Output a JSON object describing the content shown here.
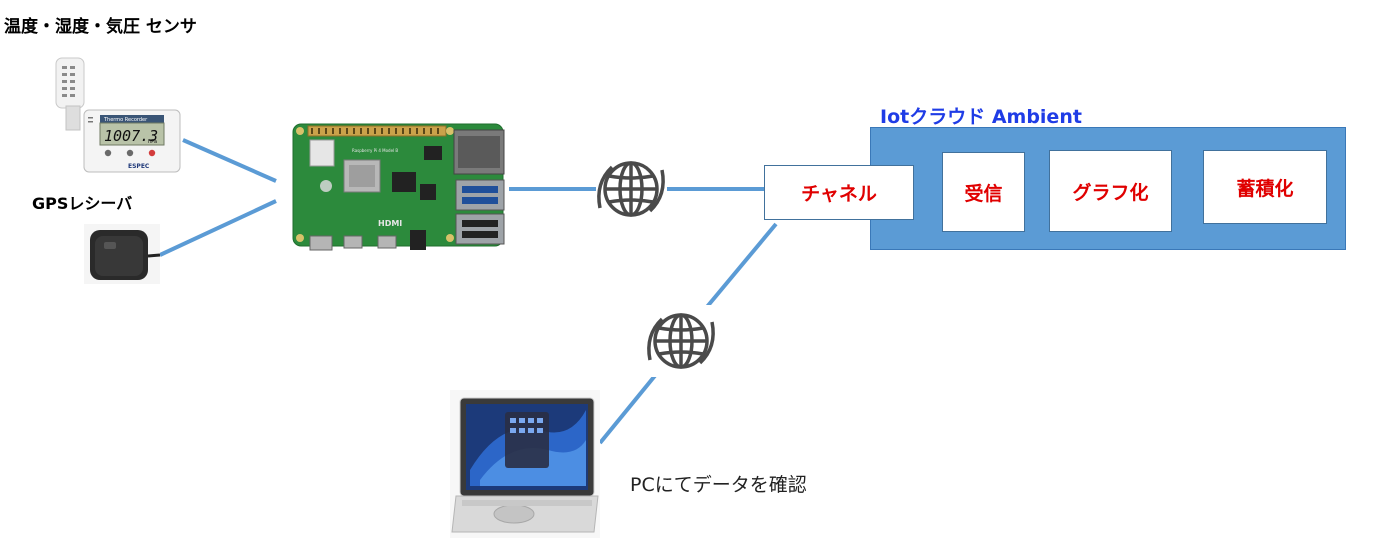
{
  "labels": {
    "sensor_title": "温度・湿度・気圧 センサ",
    "gps_title": "GPSレシーバ",
    "cloud_title": "Iotクラウド Ambient",
    "pc_caption": "PCにてデータを確認"
  },
  "cloud_boxes": {
    "channel": "チャネル",
    "receive": "受信",
    "graph": "グラフ化",
    "storage": "蓄積化"
  },
  "sensor_display": {
    "brand_text": "Thermo Recorder",
    "reading": "1007.3",
    "unit": "hPa",
    "maker": "ESPEC"
  },
  "board_text": {
    "hdmi": "HDMI",
    "model": "Raspberry Pi 4 Model B"
  },
  "colors": {
    "connector": "#5b9bd5",
    "cloud_fill": "#5b9bd5",
    "cloud_title": "#1f3ce6",
    "box_text": "#e00000",
    "pcb": "#2c8a3c"
  },
  "icons": [
    "internet-globe-icon",
    "internet-globe-icon"
  ]
}
